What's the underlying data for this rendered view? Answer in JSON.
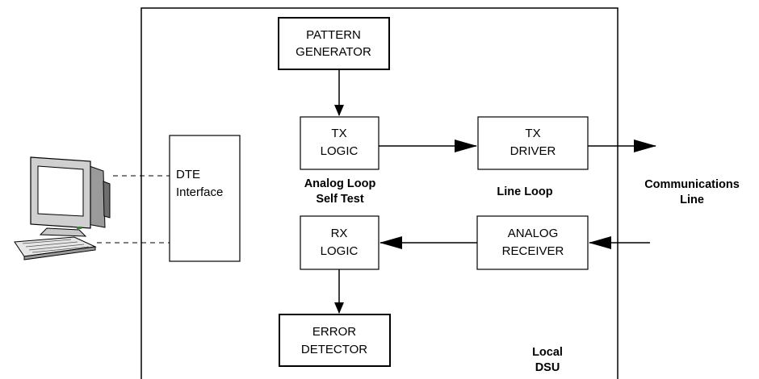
{
  "diagram": {
    "pattern_generator": [
      "PATTERN",
      "GENERATOR"
    ],
    "tx_logic": [
      "TX",
      "LOGIC"
    ],
    "tx_driver": [
      "TX",
      "DRIVER"
    ],
    "dte_interface": [
      "DTE",
      "Interface"
    ],
    "rx_logic": [
      "RX",
      "LOGIC"
    ],
    "analog_receiver": [
      "ANALOG",
      "RECEIVER"
    ],
    "error_detector": [
      "ERROR",
      "DETECTOR"
    ],
    "analog_loop_label": [
      "Analog Loop",
      "Self Test"
    ],
    "line_loop_label": "Line Loop",
    "communications_line_label": [
      "Communications",
      "Line"
    ],
    "local_dsu_label": [
      "Local",
      "DSU"
    ]
  },
  "icons": [
    "computer-terminal-icon"
  ]
}
